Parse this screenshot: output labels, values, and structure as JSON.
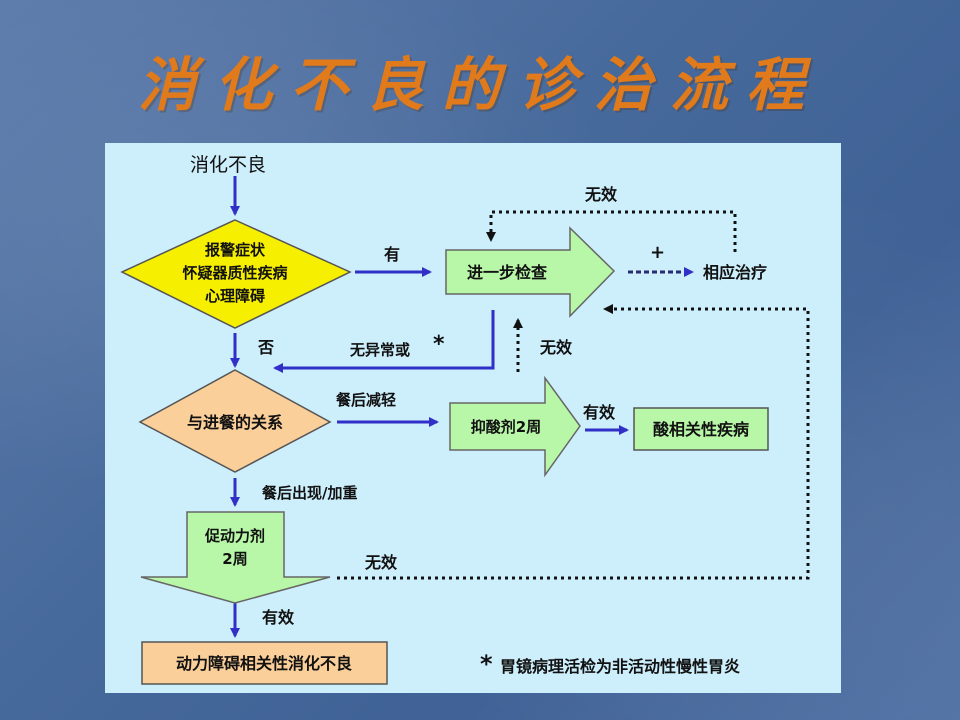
{
  "title": "消化不良的诊治流程",
  "nodes": {
    "start": "消化不良",
    "alarm": [
      "报警症状",
      "怀疑器质性疾病",
      "心理障碍"
    ],
    "further_exam": "进一步检查",
    "treatment": "相应治疗",
    "meal_relation": "与进餐的关系",
    "acid_suppressant": "抑酸剂2周",
    "acid_disease": "酸相关性疾病",
    "prokinetic": [
      "促动力剂",
      "2周"
    ],
    "motility_dyspepsia": "动力障碍相关性消化不良"
  },
  "edge_labels": {
    "yes": "有",
    "no": "否",
    "ineffective_top": "无效",
    "plus": "+",
    "no_abnormal": "无异常或",
    "asterisk": "*",
    "ineffective_mid": "无效",
    "after_meal_relief": "餐后减轻",
    "effective_acid": "有效",
    "after_meal_worse": "餐后出现/加重",
    "ineffective_bottom": "无效",
    "effective_bottom": "有效"
  },
  "footnote": {
    "mark": "*",
    "text": "胃镜病理活检为非活动性慢性胃炎"
  }
}
